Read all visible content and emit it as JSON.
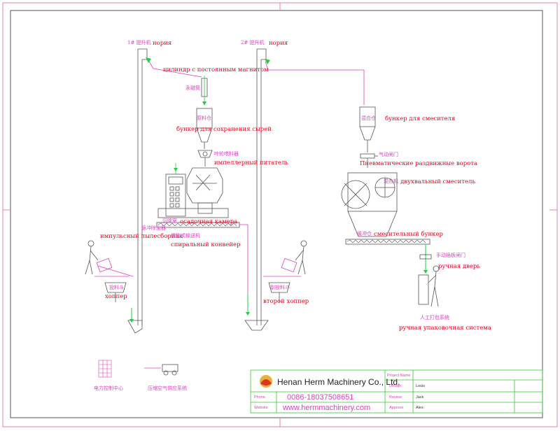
{
  "labels": {
    "elevator1_cn": "1# 提升机",
    "elevator1_ru": "нория",
    "elevator2_cn": "2# 提升机",
    "elevator2_ru": "нория",
    "magnet_ru": "цилиндр с постоянным магнитом",
    "magnet_cn": "永磁筒",
    "raw_bin_cn": "原料仓",
    "raw_bin_ru": "бункер для сохранения сырей",
    "impeller_cn": "叶轮喂料器",
    "impeller_ru": "импеллерный питатель",
    "settling_cn": "沉降室",
    "settling_ru": "осадочная камера",
    "pulse_cn": "脉冲除尘器",
    "pulse_ru": "импульсный пылесборник",
    "screw_cn": "螺旋式输送机",
    "screw_ru": "спиральный конвейер",
    "hopper1_cn": "投料斗",
    "hopper1_ru": "хоппер",
    "hopper2_cn": "副投料斗",
    "hopper2_ru": "второй хоппер",
    "mixer_bin_cn": "混合仓",
    "mixer_bin_ru": "бункер для смесителя",
    "pneumatic_cn": "气动闸门",
    "pneumatic_ru": "Пневматические раздвижные ворота",
    "mixer_cn": "混合机",
    "mixer_ru": "двухвальный смеситель",
    "mixing_bin_cn": "缓冲仓",
    "mixing_bin_ru": "смесительный бункер",
    "manual_door_cn": "手动插板闸门",
    "manual_door_ru": "ручная дверь",
    "packing_cn": "人工打包系统",
    "packing_ru": "ручная упаковочная система",
    "power_cn": "电力控制中心",
    "air_cn": "压缩空气供应系统"
  },
  "title_block": {
    "company": "Henan Herm Machinery Co., Ltd.",
    "phone_label": "Phone",
    "phone": "0086-18037508651",
    "website_label": "Website",
    "website": "www.hermmachinery.com",
    "project_label": "Project Name",
    "design_label": "Design",
    "design_name": "Louis",
    "review_label": "Review",
    "review_name": "Jack",
    "approve_label": "Approve",
    "approve_name": "Alex"
  },
  "colors": {
    "line": "#555555",
    "label_red": "#e8001c",
    "label_pink": "#e040c0",
    "frame_pink": "#e880a8",
    "title_green": "#33cc33",
    "flow_green": "#22cc44"
  }
}
